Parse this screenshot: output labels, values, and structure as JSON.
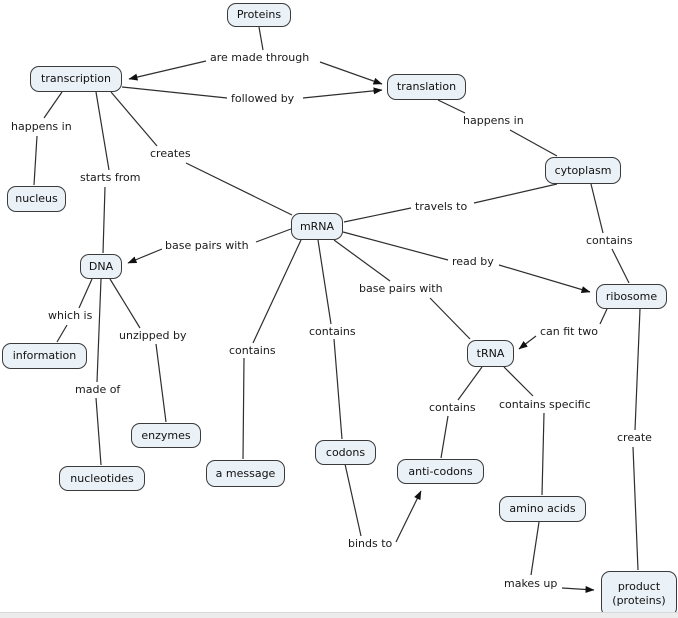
{
  "nodes": [
    {
      "id": "proteins",
      "label": "Proteins"
    },
    {
      "id": "transcription",
      "label": "transcription"
    },
    {
      "id": "translation",
      "label": "translation"
    },
    {
      "id": "nucleus",
      "label": "nucleus"
    },
    {
      "id": "cytoplasm",
      "label": "cytoplasm"
    },
    {
      "id": "mrna",
      "label": "mRNA"
    },
    {
      "id": "dna",
      "label": "DNA"
    },
    {
      "id": "ribosome",
      "label": "ribosome"
    },
    {
      "id": "trna",
      "label": "tRNA"
    },
    {
      "id": "information",
      "label": "information"
    },
    {
      "id": "enzymes",
      "label": "enzymes"
    },
    {
      "id": "nucleotides",
      "label": "nucleotides"
    },
    {
      "id": "a-message",
      "label": "a message"
    },
    {
      "id": "codons",
      "label": "codons"
    },
    {
      "id": "anti-codons",
      "label": "anti-codons"
    },
    {
      "id": "amino-acids",
      "label": "amino acids"
    },
    {
      "id": "product",
      "label": "product\n(proteins)"
    }
  ],
  "edges": [
    {
      "label": "are made through",
      "from": "Proteins",
      "to": "transcription / translation",
      "arrow": true
    },
    {
      "label": "followed by",
      "from": "transcription",
      "to": "translation",
      "arrow": true
    },
    {
      "label": "happens in",
      "from": "transcription",
      "to": "nucleus",
      "arrow": false
    },
    {
      "label": "starts from",
      "from": "transcription",
      "to": "DNA",
      "arrow": false
    },
    {
      "label": "creates",
      "from": "transcription",
      "to": "mRNA",
      "arrow": false
    },
    {
      "label": "happens in",
      "from": "translation",
      "to": "cytoplasm",
      "arrow": false
    },
    {
      "label": "travels to",
      "from": "mRNA",
      "to": "cytoplasm",
      "arrow": false
    },
    {
      "label": "contains",
      "from": "cytoplasm",
      "to": "ribosome",
      "arrow": false
    },
    {
      "label": "read by",
      "from": "mRNA",
      "to": "ribosome",
      "arrow": true
    },
    {
      "label": "base pairs with",
      "from": "mRNA",
      "to": "DNA",
      "arrow": true
    },
    {
      "label": "base pairs with",
      "from": "mRNA",
      "to": "tRNA",
      "arrow": false
    },
    {
      "label": "which is",
      "from": "DNA",
      "to": "information",
      "arrow": false
    },
    {
      "label": "unzipped by",
      "from": "DNA",
      "to": "enzymes",
      "arrow": false
    },
    {
      "label": "made of",
      "from": "DNA",
      "to": "nucleotides",
      "arrow": false
    },
    {
      "label": "contains",
      "from": "mRNA",
      "to": "a message",
      "arrow": false
    },
    {
      "label": "contains",
      "from": "mRNA",
      "to": "codons",
      "arrow": false
    },
    {
      "label": "can fit two",
      "from": "ribosome",
      "to": "tRNA",
      "arrow": true
    },
    {
      "label": "contains",
      "from": "tRNA",
      "to": "anti-codons",
      "arrow": false
    },
    {
      "label": "contains specific",
      "from": "tRNA",
      "to": "amino acids",
      "arrow": false
    },
    {
      "label": "binds to",
      "from": "codons",
      "to": "anti-codons",
      "arrow": true
    },
    {
      "label": "makes up",
      "from": "amino acids",
      "to": "product (proteins)",
      "arrow": true
    },
    {
      "label": "create",
      "from": "ribosome",
      "to": "product (proteins)",
      "arrow": false
    }
  ],
  "colors": {
    "node_fill": "#eaf1f7",
    "node_border": "#3a3a3a",
    "line": "#2e2e2e",
    "text": "#111111",
    "background": "#ffffff"
  }
}
